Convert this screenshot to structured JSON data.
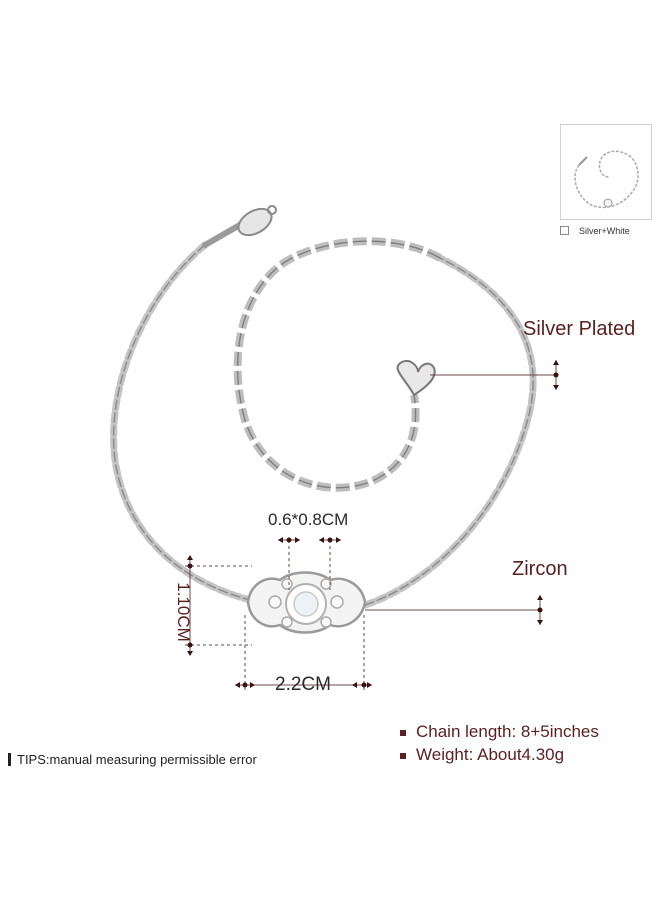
{
  "labels": {
    "material": "Silver Plated",
    "stone": "Zircon",
    "stone_size": "0.6*0.8CM",
    "pendant_height": "1.10CM",
    "pendant_width": "2.2CM"
  },
  "specs": [
    {
      "text": "Chain length: 8+5inches"
    },
    {
      "text": "Weight: About4.30g"
    }
  ],
  "tips": "TIPS:manual measuring permissible error",
  "variant": {
    "label": "Silver+White"
  },
  "colors": {
    "annotation": "#5a1f1f",
    "chain": "#b9b9b9",
    "line": "#7a5a5a"
  }
}
